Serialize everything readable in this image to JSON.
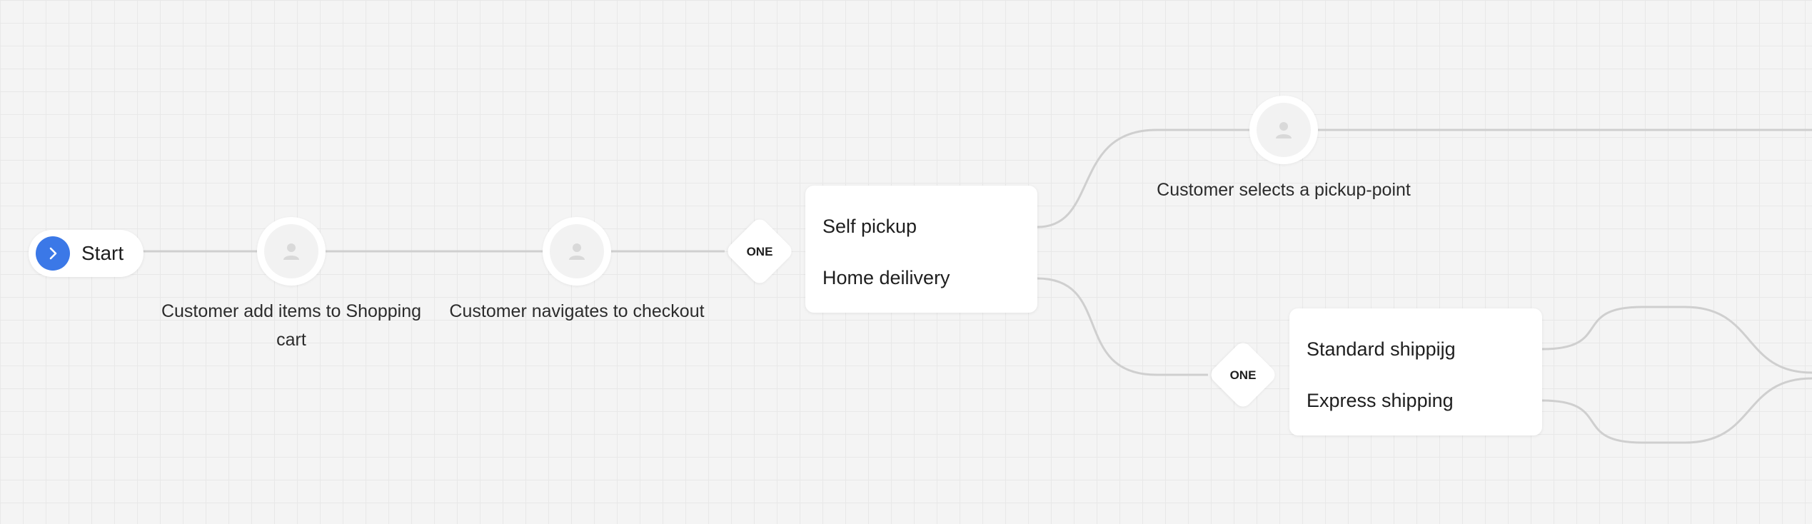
{
  "colors": {
    "accent": "#3b78e7",
    "connector": "#cfcfcf",
    "canvas": "#f4f4f4",
    "grid": "#e8e8e8",
    "node": "#ffffff",
    "person_icon": "#d9d9d9"
  },
  "start": {
    "label": "Start",
    "icon": "chevron-right-icon"
  },
  "steps": [
    {
      "label": "Customer add items to Shopping cart",
      "icon": "user-icon"
    },
    {
      "label": "Customer navigates to checkout",
      "icon": "user-icon"
    },
    {
      "label": "Customer selects a pickup-point",
      "icon": "user-icon"
    }
  ],
  "gateways": [
    {
      "label": "ONE"
    },
    {
      "label": "ONE"
    }
  ],
  "choices": [
    {
      "options": [
        "Self pickup",
        "Home deilivery"
      ]
    },
    {
      "options": [
        "Standard shippijg",
        "Express shipping"
      ]
    }
  ]
}
